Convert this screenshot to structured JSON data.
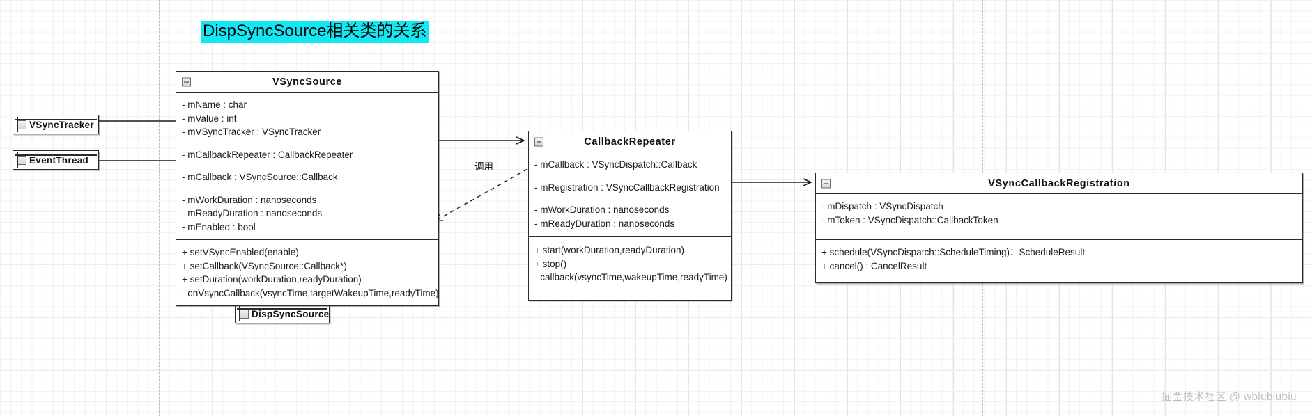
{
  "diagram": {
    "title": "DispSyncSource相关类的关系",
    "title_highlight_color": "#13e8f2",
    "background_color": "#ffffff",
    "grid_color": "#dfe4ea",
    "line_color": "#2b2b2b"
  },
  "watermark": {
    "text": "掘金技术社区 @ wbiubiubiu",
    "color": "#b9bec6"
  },
  "edges": [
    {
      "label": "调用",
      "style": "dashed"
    }
  ],
  "collapsed_classes": [
    {
      "name": "VSyncTracker",
      "icon": "plus-expand-icon"
    },
    {
      "name": "EventThread",
      "icon": "plus-expand-icon"
    },
    {
      "name": "DispSyncSource",
      "icon": "plus-expand-icon"
    }
  ],
  "classes": [
    {
      "name": "VSyncSource",
      "icon": "minus-collapse-icon",
      "attributes_groups": [
        [
          "- mName : char",
          "- mValue : int",
          "- mVSyncTracker : VSyncTracker"
        ],
        [
          "- mCallbackRepeater : CallbackRepeater"
        ],
        [
          "- mCallback : VSyncSource::Callback"
        ],
        [
          "- mWorkDuration : nanoseconds",
          "- mReadyDuration : nanoseconds",
          "- mEnabled : bool"
        ]
      ],
      "methods": [
        "+ setVSyncEnabled(enable)",
        "+ setCallback(VSyncSource::Callback*)",
        "+ setDuration(workDuration,readyDuration)",
        "- onVsyncCallback(vsyncTime,targetWakeupTime,readyTime)"
      ]
    },
    {
      "name": "CallbackRepeater",
      "icon": "minus-collapse-icon",
      "attributes_groups": [
        [
          "- mCallback : VSyncDispatch::Callback"
        ],
        [
          "- mRegistration : VSyncCallbackRegistration"
        ],
        [
          "- mWorkDuration : nanoseconds",
          "- mReadyDuration : nanoseconds"
        ]
      ],
      "methods": [
        "+ start(workDuration,readyDuration)",
        "+ stop()",
        "- callback(vsyncTime,wakeupTime,readyTime)"
      ]
    },
    {
      "name": "VSyncCallbackRegistration",
      "icon": "minus-collapse-icon",
      "attributes_groups": [
        [
          "- mDispatch : VSyncDispatch",
          "- mToken : VSyncDispatch::CallbackToken"
        ]
      ],
      "methods": [
        "+ schedule(VSyncDispatch::ScheduleTiming)：ScheduleResult",
        "+ cancel() : CancelResult"
      ]
    }
  ]
}
